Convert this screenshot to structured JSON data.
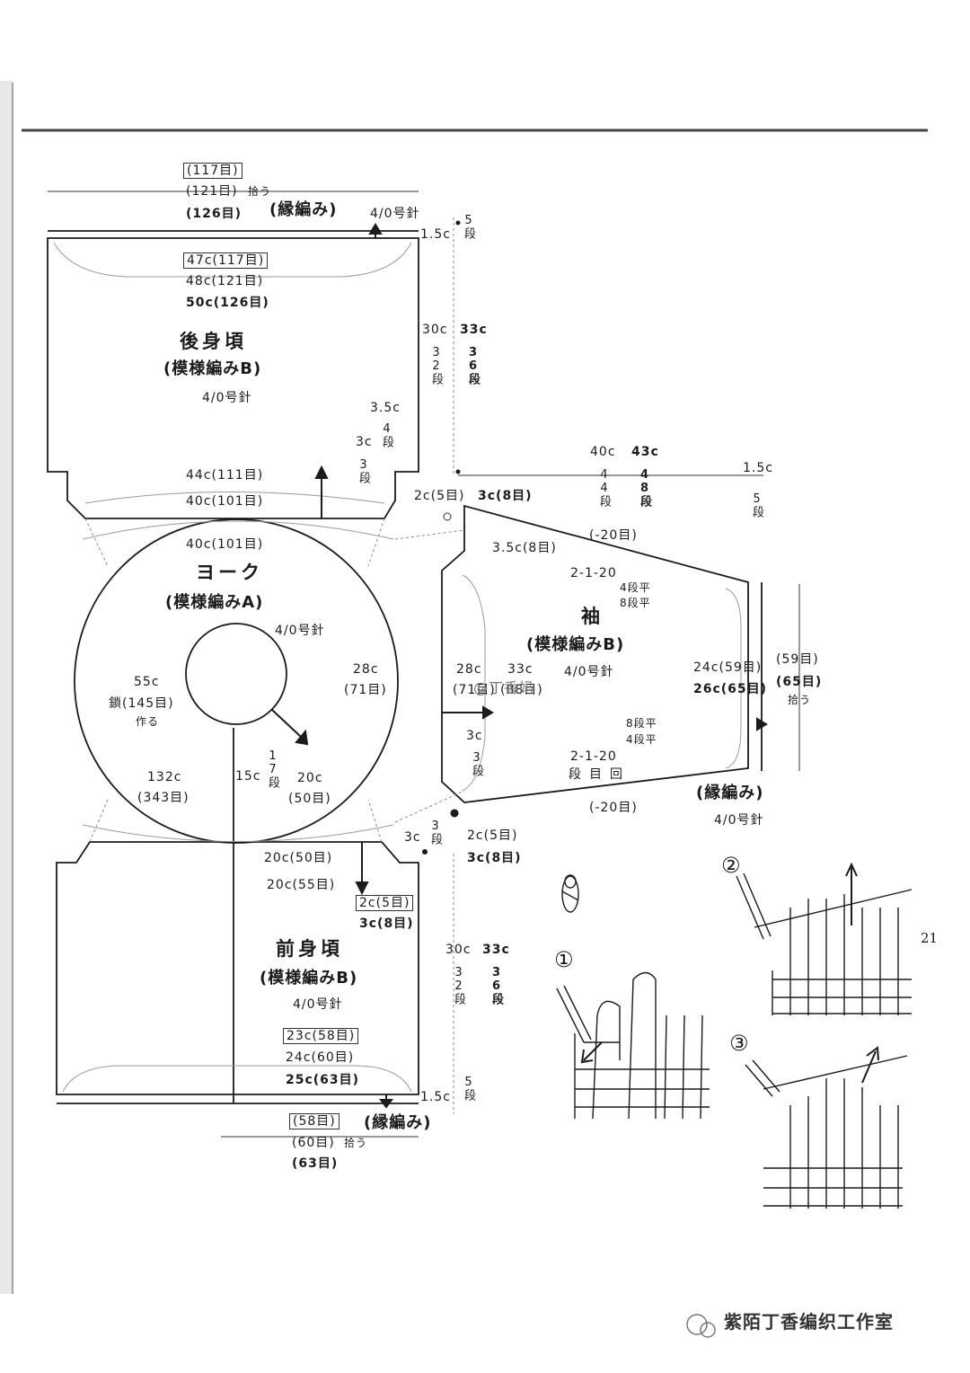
{
  "page_number": "21",
  "back": {
    "title": "後身頃",
    "pattern": "(模様編みB)",
    "needle": "4/0号針",
    "top_counts": [
      "(117目)",
      "(121目)",
      "(126目)"
    ],
    "top_pick": "拾う",
    "edge_label": "(縁編み)",
    "edge_needle": "4/0号針",
    "inner_widths": [
      "47c(117目)",
      "48c(121目)",
      "50c(126目)"
    ],
    "bottom_widths": [
      "44c(111目)",
      "40c(101目)"
    ],
    "edge_height": "1.5c",
    "edge_rows": "5段",
    "height_small": "30c",
    "height_large": "33c",
    "rows_small": "32段",
    "rows_large": "36段",
    "shape_top": "3.5c",
    "shape_rows_a": "4段",
    "shape_width": "3c",
    "shape_rows_b": "3段"
  },
  "yoke": {
    "title": "ヨーク",
    "pattern": "(模様編みA)",
    "needle": "4/0号針",
    "top_width": "40c(101目)",
    "chain": [
      "55c",
      "鎖(145目)",
      "作る"
    ],
    "side_width": [
      "28c",
      "(71目)"
    ],
    "depth": "15c",
    "depth_rows": "17段",
    "front_width": [
      "20c",
      "(50目)"
    ],
    "outer": [
      "132c",
      "(343目)"
    ]
  },
  "sleeve": {
    "title": "袖",
    "pattern": "(模様編みB)",
    "needle": "4/0号針",
    "len_small": "40c",
    "len_large": "43c",
    "rows_small": "44段",
    "rows_large": "48段",
    "cuff_len": "1.5c",
    "cuff_rows": "5段",
    "armhole_a": "2c(5目)",
    "armhole_b": "3c(8目)",
    "decrease_top": "(-20目)",
    "cap": "3.5c(8目)",
    "rule1": [
      "2-1-20",
      "4段平",
      "8段平"
    ],
    "rule2": [
      "8段平",
      "4段平",
      "2-1-20",
      "段目回"
    ],
    "decrease_bottom": "(-20目)",
    "inner_widths": [
      "28c",
      "(71目)",
      "33c",
      "(88目)"
    ],
    "cuff_widths": [
      "24c(59目)",
      "26c(65目)"
    ],
    "cuff_counts": [
      "(59目)",
      "(65目)",
      "拾う"
    ],
    "side_height": "3c",
    "side_rows": "3段",
    "armhole_low_a": "2c(5目)",
    "armhole_low_b": "3c(8目)",
    "edge_label": "(縁編み)",
    "edge_needle": "4/0号針"
  },
  "front": {
    "title": "前身頃",
    "pattern": "(模様編みB)",
    "needle": "4/0号針",
    "neck_widths": [
      "20c(50目)",
      "20c(55目)"
    ],
    "neck_drop_a": "2c(5目)",
    "neck_drop_b": "3c(8目)",
    "shape_width": "3c",
    "shape_rows": "3段",
    "height_small": "30c",
    "height_large": "33c",
    "rows_small": "32段",
    "rows_large": "36段",
    "inner_widths": [
      "23c(58目)",
      "24c(60目)",
      "25c(63目)"
    ],
    "edge_height": "1.5c",
    "edge_rows": "5段",
    "bottom_counts": [
      "(58目)",
      "(60目)",
      "(63目)"
    ],
    "bottom_pick": "拾う",
    "edge_label": "(縁編み)"
  },
  "steps": {
    "s1": "①",
    "s2": "②",
    "s3": "③"
  },
  "watermark_center": "@丁香妈",
  "watermark_bottom": "紫陌丁香编织工作室"
}
